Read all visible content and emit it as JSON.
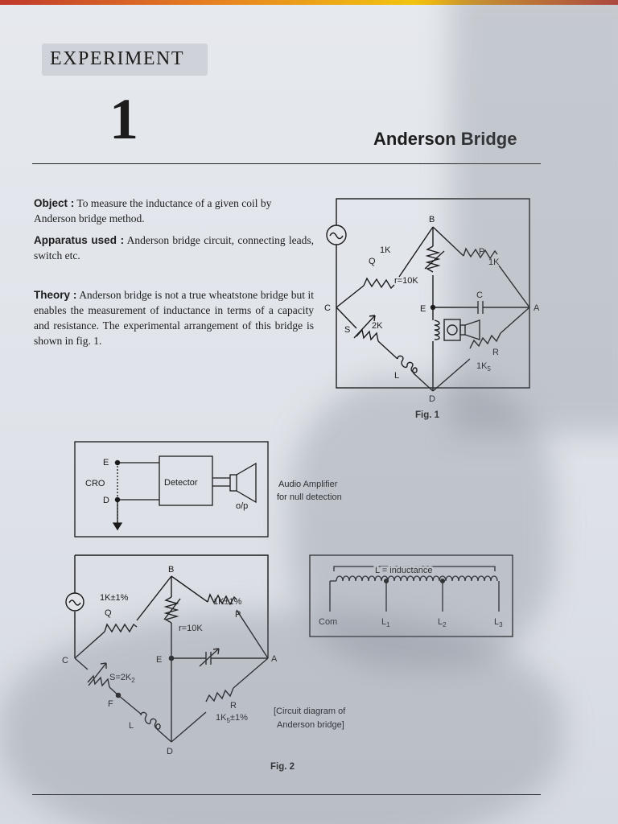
{
  "header": {
    "experiment_label": "EXPERIMENT",
    "experiment_number": "1",
    "title": "Anderson Bridge"
  },
  "text": {
    "object_label": "Object :",
    "object_text": "To measure the inductance of a given coil by Anderson bridge method.",
    "apparatus_label": "Apparatus used :",
    "apparatus_text": "Anderson bridge circuit, connecting leads, switch etc.",
    "theory_label": "Theory :",
    "theory_text": "Anderson bridge is not a true wheatstone bridge but it enables the measurement of inductance in terms of a capacity and resistance. The experimental arrangement of this bridge is shown in fig. 1."
  },
  "fig1": {
    "caption": "Fig. 1",
    "node_b": "B",
    "node_a": "A",
    "node_c": "C",
    "node_d": "D",
    "node_e": "E",
    "label_q": "Q",
    "label_q_val": "1K",
    "label_p": "P",
    "label_p_val": "1K",
    "label_r_var": "r=10K",
    "label_c": "C",
    "label_s": "S",
    "label_s_val": "2K",
    "label_l": "L",
    "label_r": "R",
    "label_r_val": "1K",
    "label_r_sub": "5"
  },
  "detector_fig": {
    "cro": "CRO",
    "node_e": "E",
    "node_d": "D",
    "detector": "Detector",
    "op": "o/p",
    "note_line1": "Audio Amplifier",
    "note_line2": "for null detection"
  },
  "fig2": {
    "caption": "Fig. 2",
    "node_b": "B",
    "node_a": "A",
    "node_c": "C",
    "node_d": "D",
    "node_e": "E",
    "node_f": "F",
    "label_q": "Q",
    "label_q_val": "1K±1%",
    "label_p": "P",
    "label_p_val": "1K±1%",
    "label_r_var": "r=10K",
    "label_s": "S=2K",
    "label_s_sub": "2",
    "label_l": "L",
    "label_r": "R",
    "label_r_val": "1K",
    "label_r_sub": "5",
    "label_r_tol": "±1%",
    "note_line1": "[Circuit diagram of",
    "note_line2": "Anderson bridge]"
  },
  "inductance_fig": {
    "title": "L = inductance",
    "com": "Com",
    "l1": "L",
    "l1_sub": "1",
    "l2": "L",
    "l2_sub": "2",
    "l3": "L",
    "l3_sub": "3"
  }
}
